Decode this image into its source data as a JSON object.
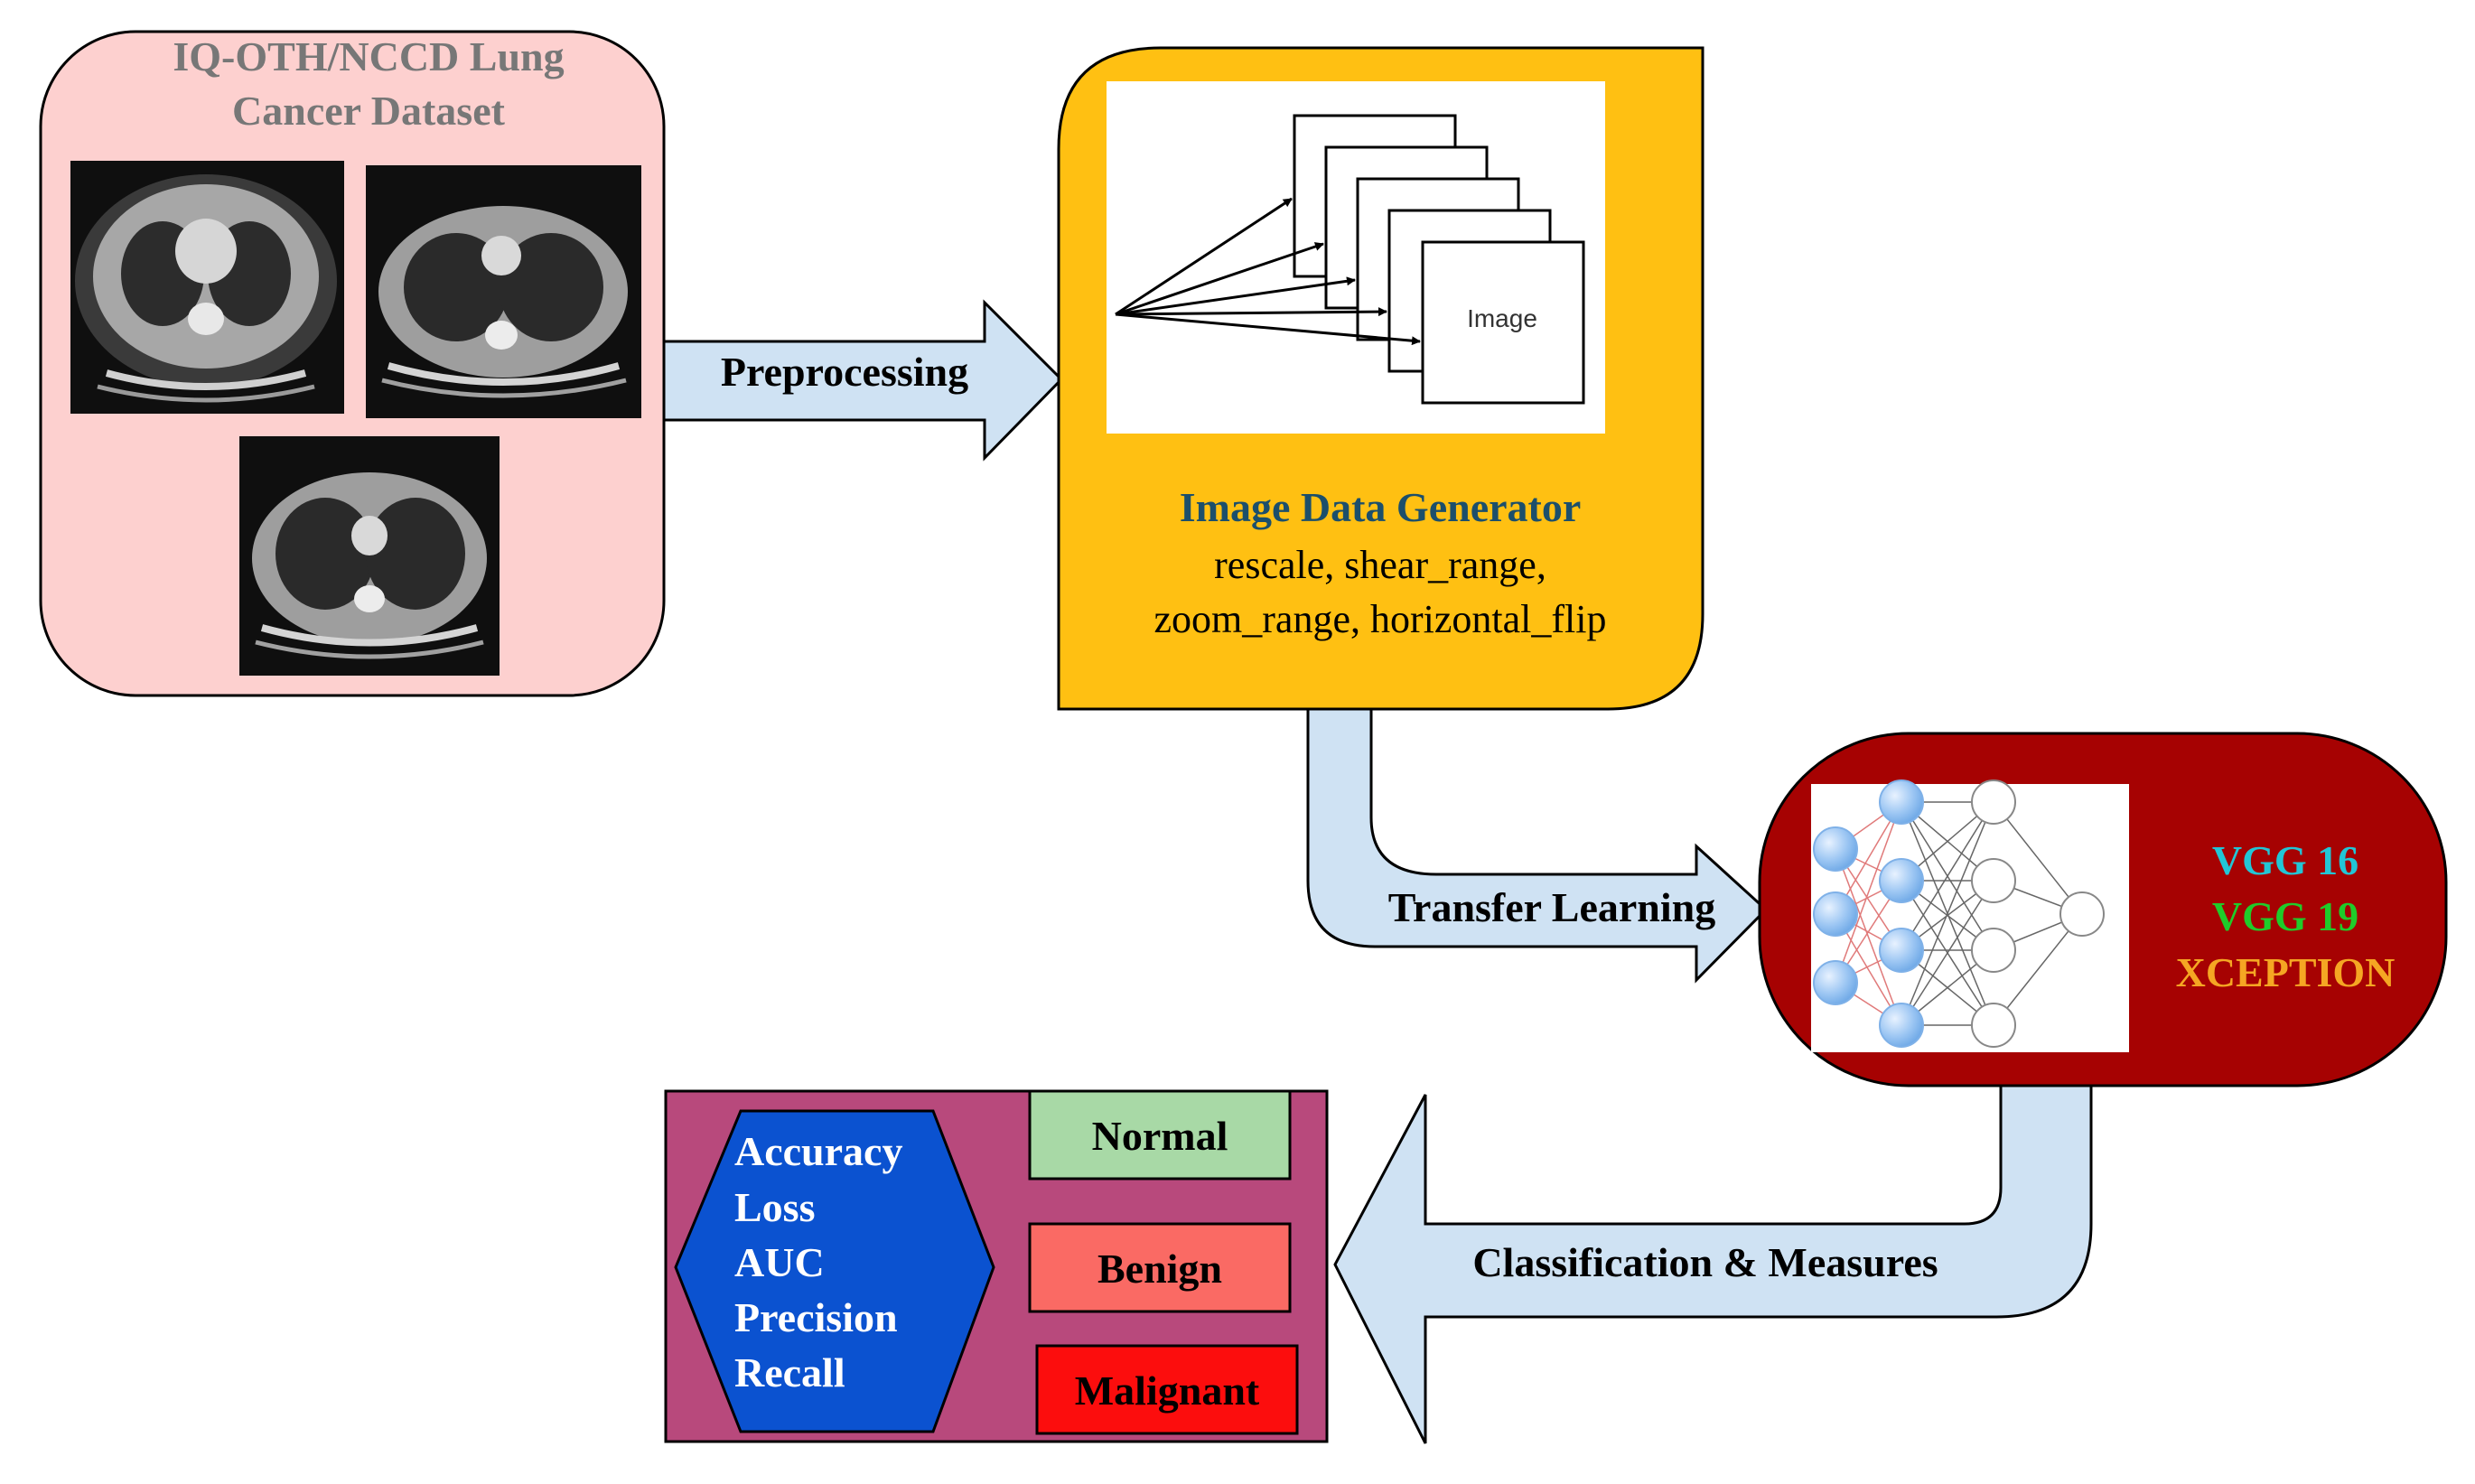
{
  "dataset": {
    "title_line1": "IQ-OTH/NCCD Lung",
    "title_line2": "Cancer Dataset"
  },
  "arrows": {
    "preprocessing": "Preprocessing",
    "transfer_learning": "Transfer Learning",
    "classification": "Classification & Measures"
  },
  "generator": {
    "image_label": "Image",
    "title": "Image Data Generator",
    "params_line1": "rescale, shear_range,",
    "params_line2": "zoom_range, horizontal_flip"
  },
  "models": {
    "items": [
      "VGG 16",
      "VGG 19",
      "XCEPTION"
    ],
    "colors": [
      "#22c6d6",
      "#1fcc2a",
      "#f5a623"
    ]
  },
  "measures": {
    "items": [
      "Accuracy",
      "Loss",
      "AUC",
      "Precision",
      "Recall"
    ]
  },
  "classes": {
    "normal": "Normal",
    "benign": "Benign",
    "malignant": "Malignant"
  },
  "colors": {
    "dataset_bg": "#fdd0cf",
    "generator_bg": "#ffc012",
    "model_bg": "#a60202",
    "arrow_fill": "#cfe2f3",
    "result_bg": "#b8497c",
    "hexagon": "#0b52d0",
    "normal_bg": "#a8d9a6",
    "benign_bg": "#fa6a64",
    "malignant_bg": "#fc0d0d"
  }
}
